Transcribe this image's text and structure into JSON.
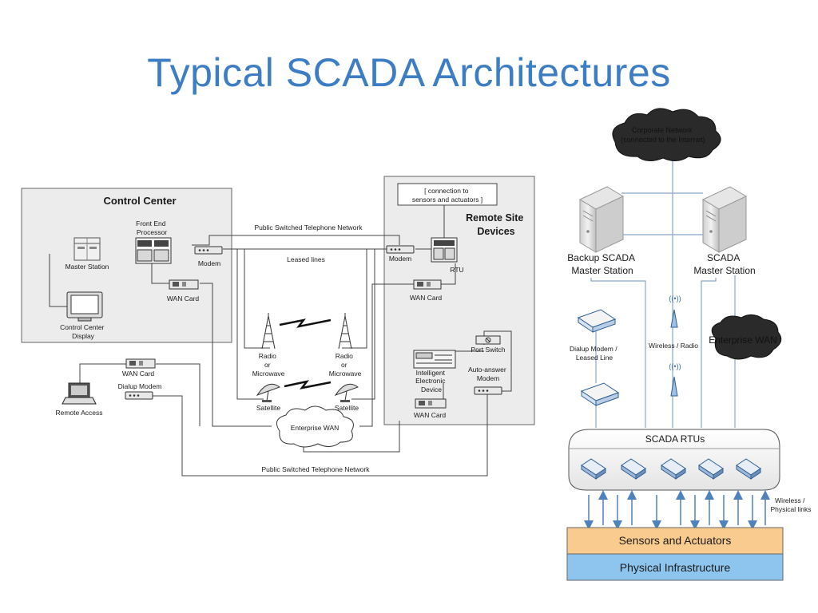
{
  "slide": {
    "title": "Typical SCADA Architectures"
  },
  "left_diagram": {
    "control_center": {
      "heading": "Control Center",
      "front_end": "Front End Processor",
      "master_station": "Master Station",
      "modem": "Modem",
      "wan_card": "WAN Card",
      "display": "Control Center Display"
    },
    "pstn_top": "Public Switched Telephone Network",
    "leased_lines": "Leased lines",
    "radio_left": "Radio or Microwave",
    "radio_right": "Radio or Microwave",
    "satellite_left": "Satellite",
    "satellite_right": "Satellite",
    "enterprise_wan": "Enterprise WAN",
    "pstn_bottom": "Public Switched Telephone Network",
    "remote_access": {
      "wan_card": "WAN Card",
      "dialup_modem": "Dialup Modem",
      "label": "Remote Access"
    },
    "remote_site": {
      "heading": "Remote Site Devices",
      "connection_note": "[ connection to sensors and actuators ]",
      "modem": "Modem",
      "rtu": "RTU",
      "wan_card": "WAN Card",
      "port_switch": "Port Switch",
      "ied": "Intelligent Electronic Device",
      "auto_answer": "Auto-answer Modem",
      "wan_card_bottom": "WAN Card"
    }
  },
  "right_diagram": {
    "corporate_network": "Corporate Network (connected to the Internet)",
    "backup_master": "Backup SCADA Master Station",
    "master": "SCADA Master Station",
    "dialup_modem": "Dialup Modem / Leased Line",
    "wireless_radio": "Wireless / Radio",
    "enterprise_wan": "Enterprise WAN",
    "rtus": "SCADA RTUs",
    "links": "Wireless / Physical links",
    "sensors": "Sensors and Actuators",
    "physical": "Physical Infrastructure"
  },
  "colors": {
    "title": "#3c7dc4",
    "sensors_fill": "#f9cb8f",
    "physical_fill": "#8ec5ee",
    "arrow": "#4f81bd",
    "box_fill": "#ececec"
  }
}
